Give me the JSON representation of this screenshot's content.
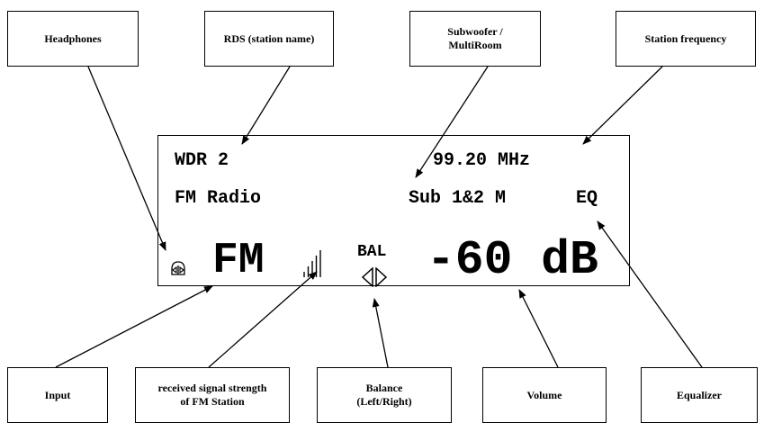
{
  "labels": {
    "headphones": "Headphones",
    "rds": "RDS (station name)",
    "subwoofer": "Subwoofer /\nMultiRoom",
    "station_frequency": "Station frequency",
    "input": "Input",
    "signal_strength": "received signal strength\nof FM Station",
    "balance": "Balance\n(Left/Right)",
    "volume": "Volume",
    "equalizer": "Equalizer"
  },
  "display": {
    "station_name": "WDR 2",
    "frequency": "99.20 MHz",
    "source_name": "FM Radio",
    "sub_status": "Sub 1&2 M",
    "eq": "EQ",
    "input": "FM",
    "balance_label": "BAL",
    "volume": "-60 dB",
    "signal_bars": 5,
    "headphones_icon": "headphones-icon",
    "balance_icon": "balance-arrows-icon"
  }
}
